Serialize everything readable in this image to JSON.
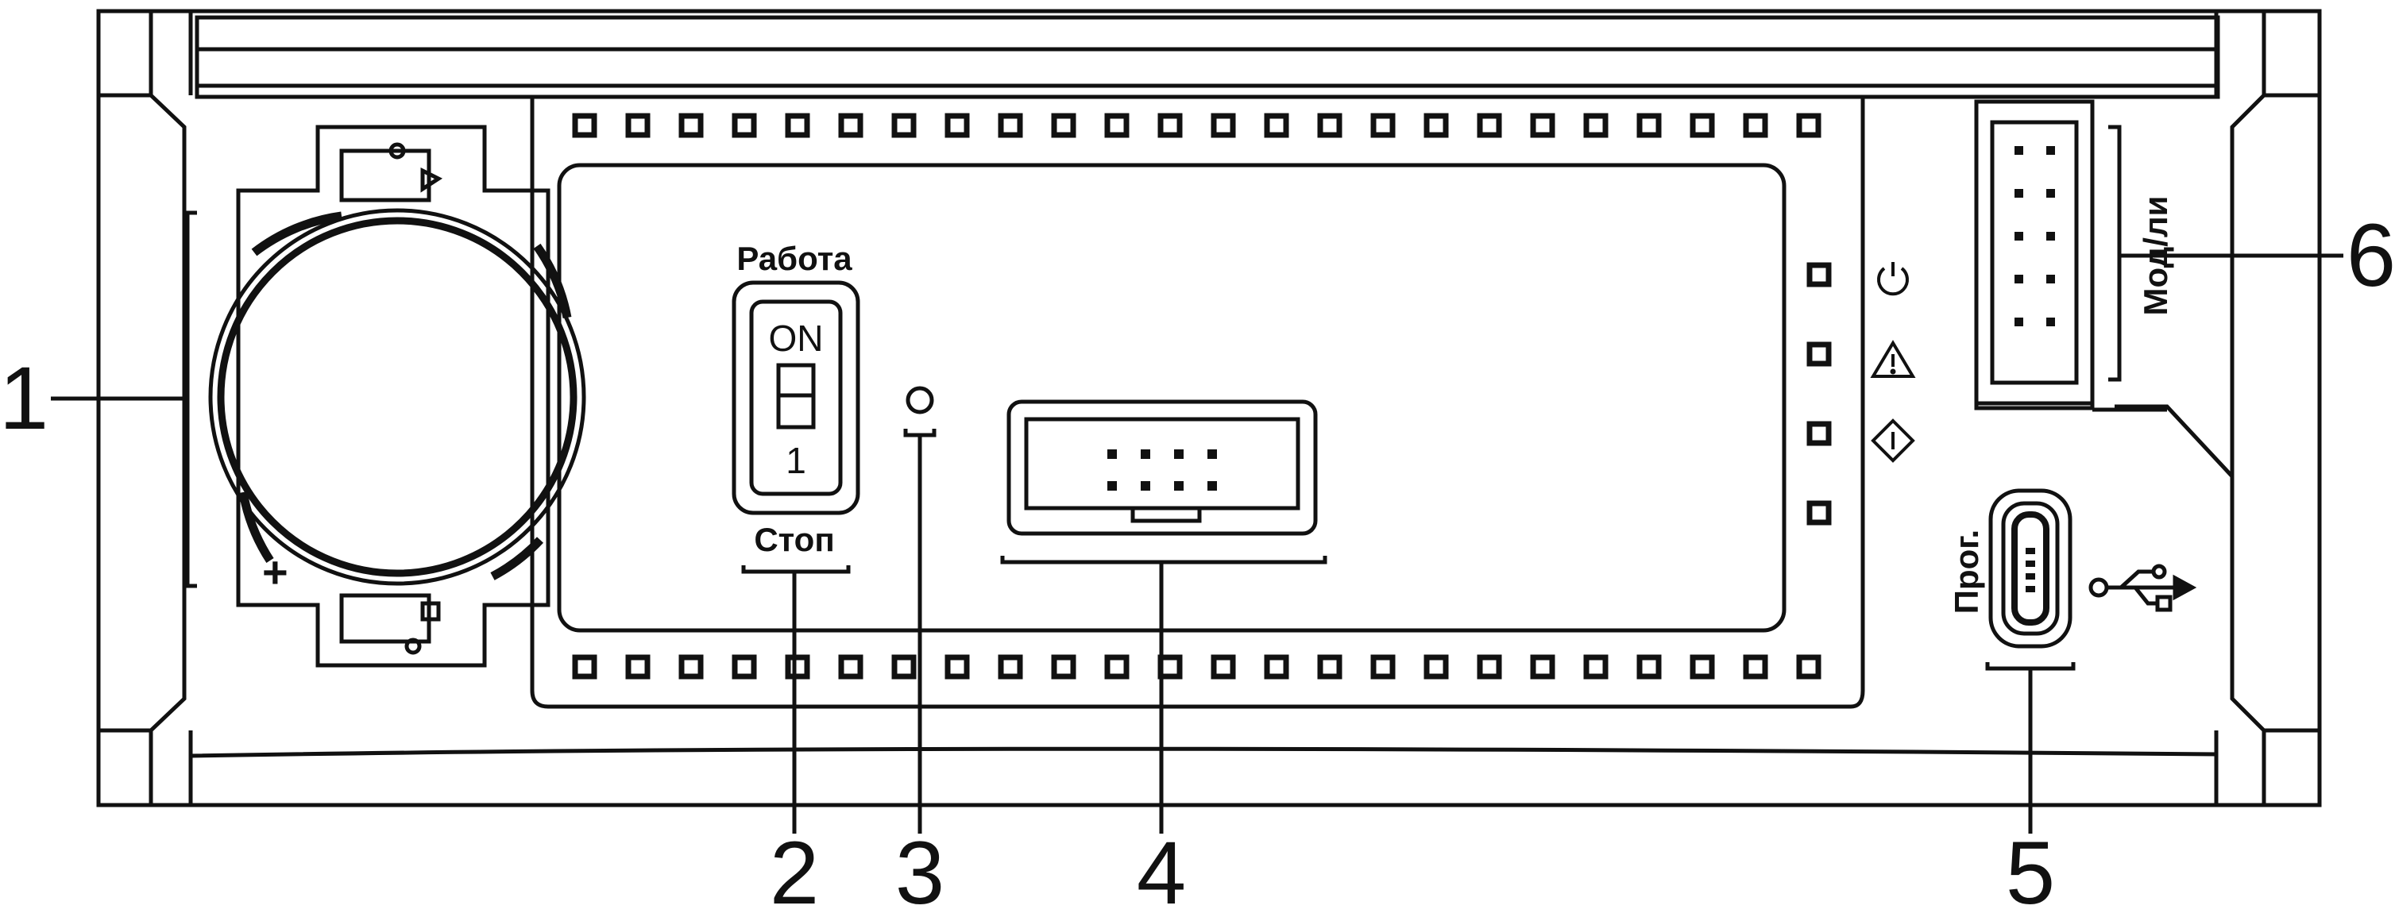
{
  "callouts": [
    "1",
    "2",
    "3",
    "4",
    "5",
    "6"
  ],
  "switch": {
    "top_label": "Работа",
    "bottom_label": "Стоп",
    "on_text": "ON",
    "off_text": "1"
  },
  "ports": {
    "usb_label": "Прог.",
    "module_label": "Мод/ли"
  },
  "indicators": [
    "power-icon",
    "warning-icon",
    "diamond-alert-icon",
    "blank"
  ],
  "icons": [
    "usb-icon",
    "coin-battery-icon"
  ],
  "colors": {
    "line": "#111111",
    "background": "#ffffff"
  }
}
